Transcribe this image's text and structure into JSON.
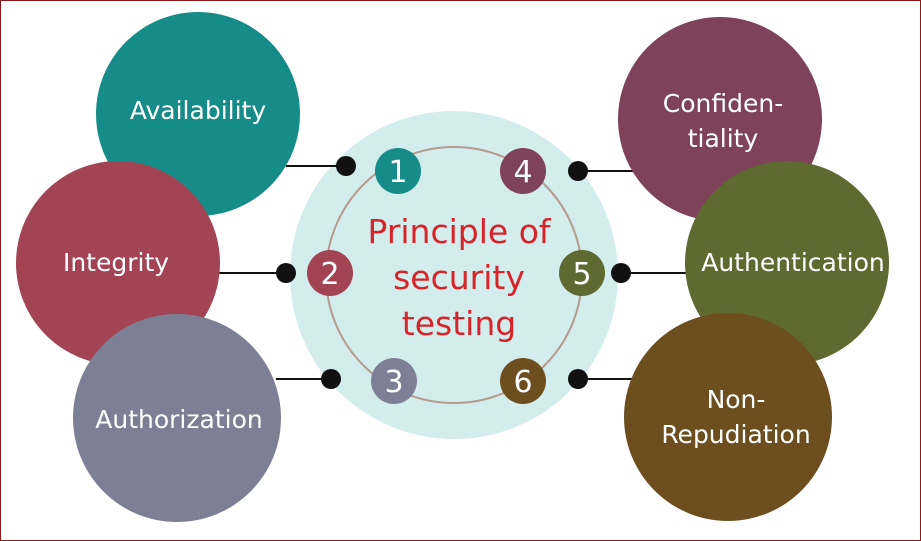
{
  "center": {
    "title_lines": [
      "Principle of",
      "security",
      "testing"
    ]
  },
  "principles": [
    {
      "number": "1",
      "label_lines": [
        "Availability"
      ],
      "color": "#168c88"
    },
    {
      "number": "2",
      "label_lines": [
        "Integrity"
      ],
      "color": "#a34455"
    },
    {
      "number": "3",
      "label_lines": [
        "Authorization"
      ],
      "color": "#7d8094"
    },
    {
      "number": "4",
      "label_lines": [
        "Confiden-",
        "tiality"
      ],
      "color": "#7e435b"
    },
    {
      "number": "5",
      "label_lines": [
        "Authentication"
      ],
      "color": "#5e6a30"
    },
    {
      "number": "6",
      "label_lines": [
        "Non-",
        "Repudiation"
      ],
      "color": "#6d4f1f"
    }
  ],
  "colors": {
    "center_fill": "#d3ecec",
    "ring_stroke": "#b49b90",
    "title_text": "#d8232a",
    "connector": "#111111",
    "border": "#8b1a1a"
  }
}
